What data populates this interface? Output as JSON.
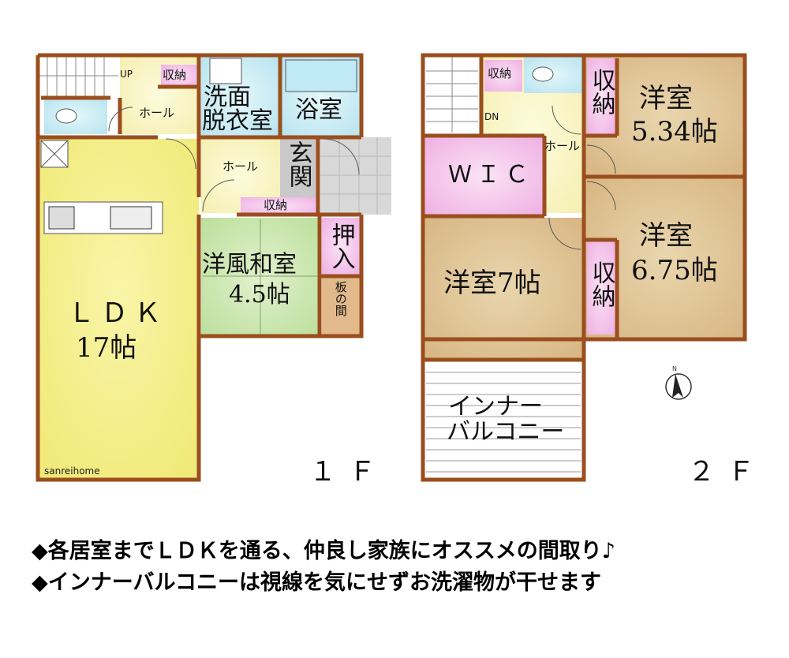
{
  "floor1": {
    "label": "１Ｆ",
    "rooms": {
      "ldk": "ＬＤＫ",
      "ldk_size": "17帖",
      "washroom_line1": "洗面",
      "washroom_line2": "脱衣室",
      "bath": "浴室",
      "entrance": "玄関",
      "hall_top": "ホール",
      "hall_mid": "ホール",
      "storage_top": "収納",
      "storage_mid": "収納",
      "closet": "押入",
      "wood_floor": "板の間",
      "japanese_room": "洋風和室",
      "japanese_room_size": "4.5帖",
      "stairs_up": "UP"
    }
  },
  "floor2": {
    "label": "２Ｆ",
    "rooms": {
      "bedroom_a": "洋室",
      "bedroom_a_size": "5.34帖",
      "bedroom_b": "洋室",
      "bedroom_b_size": "6.75帖",
      "bedroom_c": "洋室7帖",
      "wic": "ＷＩＣ",
      "hall": "ホール",
      "storage_top": "収納",
      "storage_a": "収納",
      "storage_b": "収納",
      "balcony_line1": "インナー",
      "balcony_line2": "バルコニー",
      "stairs_down": "DN"
    }
  },
  "credit": "sanreihome",
  "notes": [
    "◆各居室までＬＤＫを通る、仲良し家族にオススメの間取り♪",
    "◆インナーバルコニーは視線を気にせずお洗濯物が干せます"
  ],
  "colors": {
    "wall": "#9a4e1e",
    "ldk": "#f7f3a0",
    "hall": "#fbf8c8",
    "wet": "#cdeef6",
    "storage": "#f4c8ea",
    "tatami": "#d4ebb8",
    "western": "#e7d1a7",
    "wic": "#f3c6ee"
  }
}
